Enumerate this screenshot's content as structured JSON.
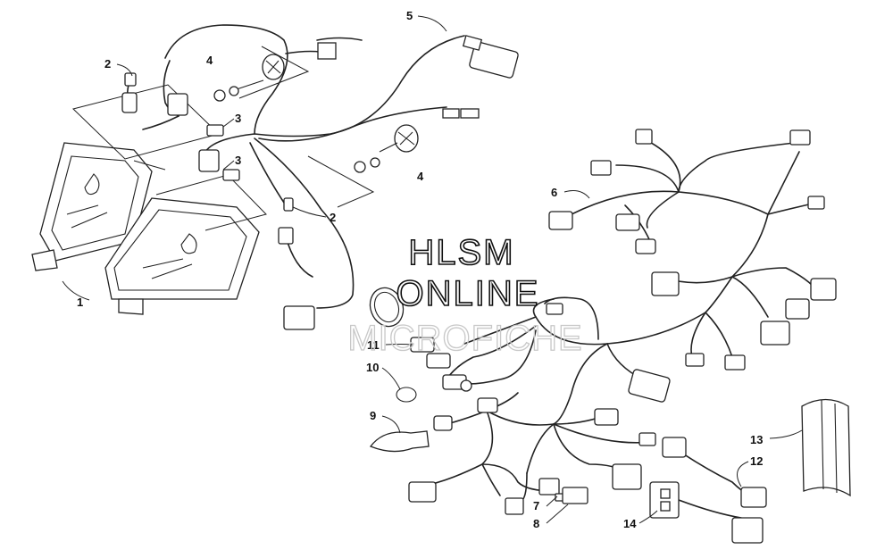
{
  "watermark": {
    "line1": "HLSM",
    "line2": "ONLINE",
    "line3": "MICROFICHE"
  },
  "callouts": [
    {
      "id": "c1",
      "label": "1"
    },
    {
      "id": "c2a",
      "label": "2"
    },
    {
      "id": "c2b",
      "label": "2"
    },
    {
      "id": "c3a",
      "label": "3"
    },
    {
      "id": "c3b",
      "label": "3"
    },
    {
      "id": "c4a",
      "label": "4"
    },
    {
      "id": "c4b",
      "label": "4"
    },
    {
      "id": "c5",
      "label": "5"
    },
    {
      "id": "c6",
      "label": "6"
    },
    {
      "id": "c7",
      "label": "7"
    },
    {
      "id": "c8",
      "label": "8"
    },
    {
      "id": "c9",
      "label": "9"
    },
    {
      "id": "c10",
      "label": "10"
    },
    {
      "id": "c11",
      "label": "11"
    },
    {
      "id": "c12",
      "label": "12"
    },
    {
      "id": "c13",
      "label": "13"
    },
    {
      "id": "c14",
      "label": "14"
    }
  ],
  "colors": {
    "line": "#222222",
    "background": "#ffffff",
    "watermark_outline": "#111111",
    "watermark_faint": "#c8c8c8"
  }
}
